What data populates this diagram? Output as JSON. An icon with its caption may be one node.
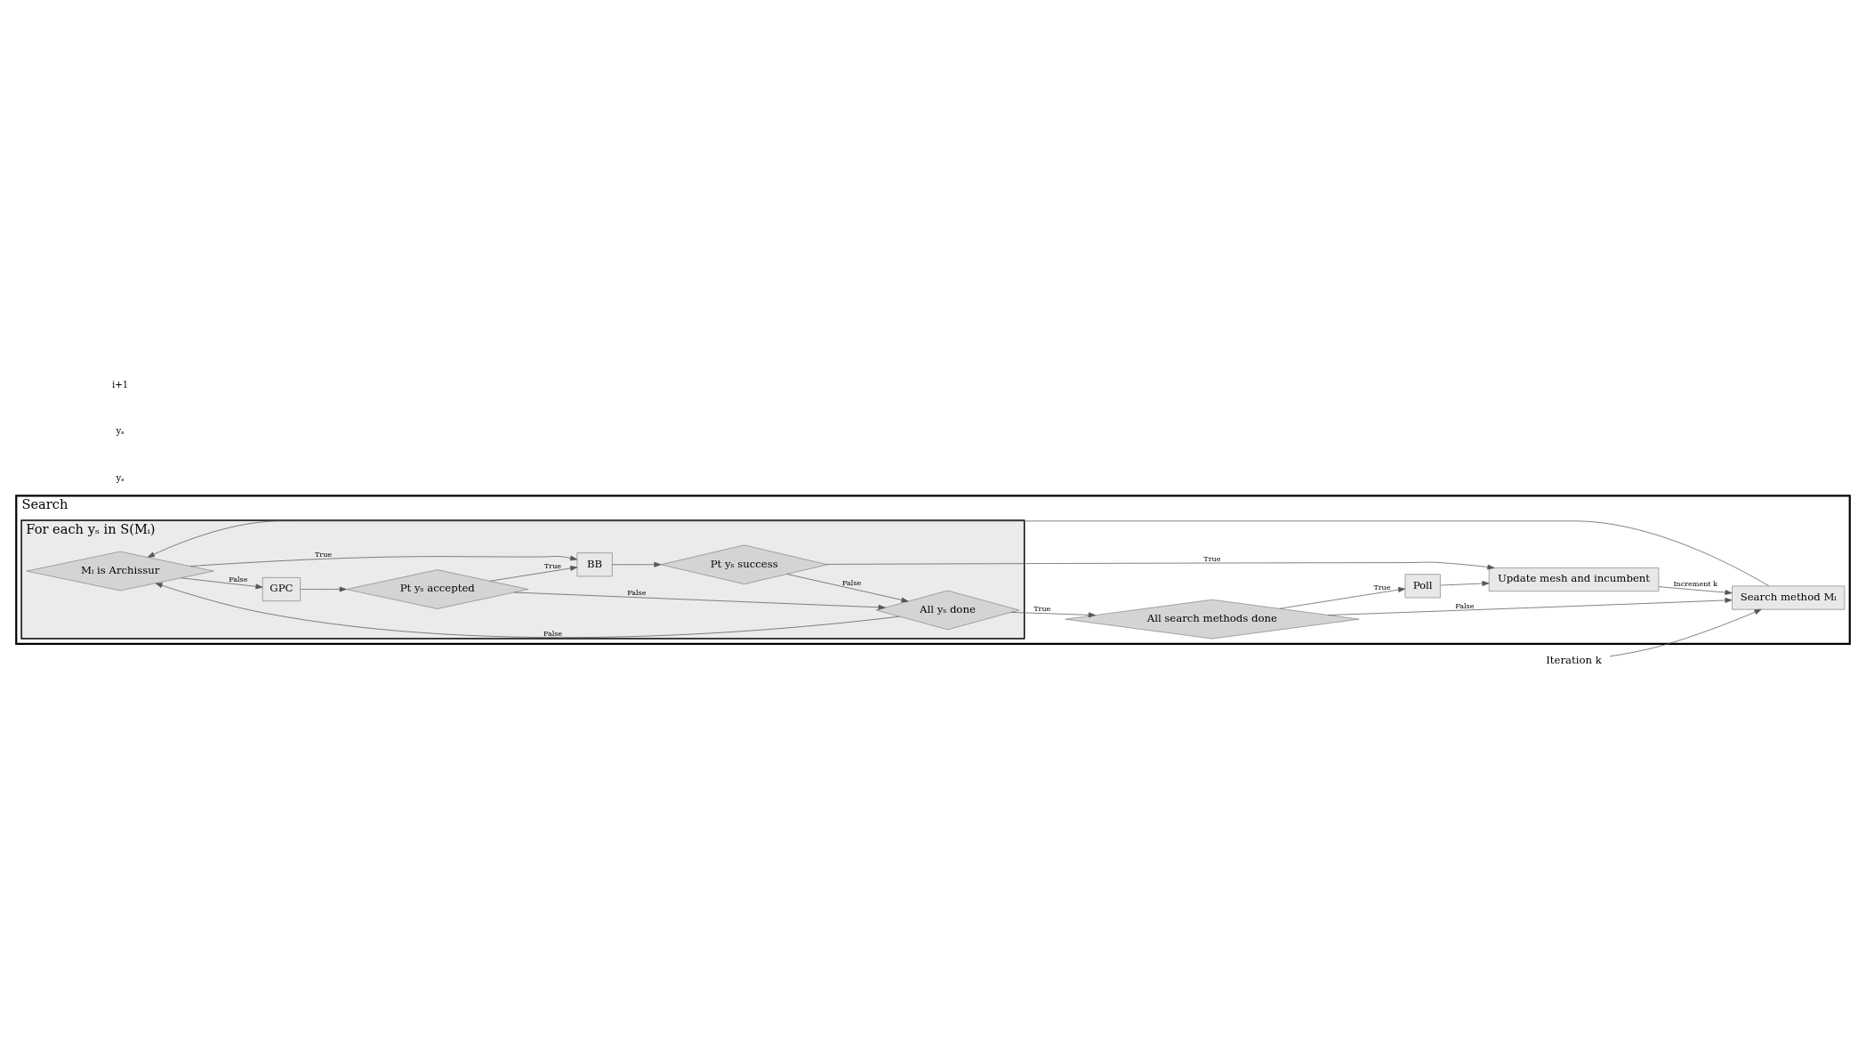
{
  "diagram": {
    "nodes": [
      {
        "text": [
          "Search"
        ]
      },
      {
        "text": [
          "For each yₛ in S(Mᵢ)"
        ],
        "in": 0
      },
      {
        "text": [
          "Search method Mᵢ"
        ],
        "in": 0
      },
      {
        "text": [
          "Mᵢ is Archissur"
        ],
        "in": 1
      },
      {
        "text": [
          "GPC"
        ],
        "in": 1
      },
      {
        "text": [
          "Pt yₛ accepted"
        ],
        "in": 1
      },
      {
        "text": [
          "All yₛ done"
        ],
        "in": 1
      },
      {
        "text": [
          "BB"
        ],
        "in": 1
      },
      {
        "text": [
          "Pt yₛ success"
        ],
        "in": 1
      },
      {
        "text": [
          "All search methods done"
        ],
        "in": 0
      },
      {
        "text": [
          "Update mesh and incumbent"
        ],
        "in": 0
      },
      {
        "text": [
          "Poll"
        ],
        "in": 0
      },
      {
        "text": [
          "Iteration k"
        ]
      }
    ],
    "edges": [
      {
        "from": 12,
        "to": 2,
        "arrow": "to"
      },
      {
        "from": 2,
        "to": 3,
        "arrow": "to"
      },
      {
        "from": 3,
        "to": 4,
        "arrow": "to",
        "label": "False"
      },
      {
        "from": 3,
        "to": 7,
        "arrow": "to",
        "label": "True"
      },
      {
        "from": 4,
        "to": 5,
        "arrow": "to"
      },
      {
        "from": 5,
        "to": 6,
        "arrow": "to",
        "label": "False"
      },
      {
        "from": 5,
        "to": 7,
        "arrow": "to",
        "label": "True"
      },
      {
        "from": 6,
        "to": 3,
        "arrow": "to",
        "label": "False"
      },
      {
        "from": 6,
        "to": 9,
        "arrow": "to",
        "label": "True"
      },
      {
        "from": 7,
        "to": 8,
        "arrow": "to"
      },
      {
        "from": 8,
        "to": 6,
        "arrow": "to",
        "label": "False"
      },
      {
        "from": 8,
        "to": 10,
        "arrow": "to",
        "label": "True"
      },
      {
        "from": 9,
        "to": 2,
        "arrow": "to",
        "label": "False"
      },
      {
        "from": 9,
        "to": 11,
        "arrow": "to",
        "label": "True"
      },
      {
        "from": 11,
        "to": 10,
        "arrow": "to"
      },
      {
        "from": 10,
        "to": 2,
        "arrow": "to",
        "label": "Increment k"
      }
    ],
    "labels": [
      "yₛ",
      "yₛ",
      "i+1"
    ]
  }
}
